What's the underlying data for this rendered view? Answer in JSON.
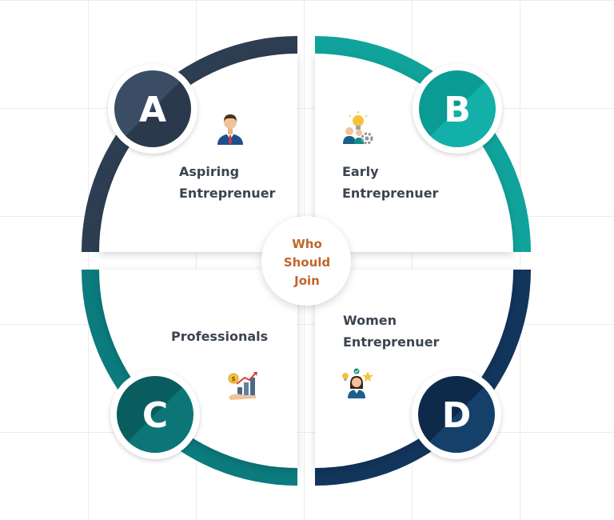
{
  "center": {
    "lines": [
      "Who",
      "Should",
      "Join"
    ]
  },
  "quadrants": {
    "a": {
      "letter": "A",
      "label_lines": [
        "Aspiring",
        "Entreprenuer"
      ],
      "icon": "businessman-icon",
      "color": "#2e3e52"
    },
    "b": {
      "letter": "B",
      "label_lines": [
        "Early",
        "Entreprenuer"
      ],
      "icon": "idea-team-gear-icon",
      "color": "#10a39b"
    },
    "c": {
      "letter": "C",
      "label_lines": [
        "Professionals"
      ],
      "icon": "money-growth-chart-icon",
      "color": "#0b7b7e"
    },
    "d": {
      "letter": "D",
      "label_lines": [
        "Women",
        "Entreprenuer"
      ],
      "icon": "businesswoman-idea-icon",
      "color": "#12355c"
    }
  },
  "colors": {
    "label_text": "#3c4452",
    "center_text": "#c0652c",
    "card_background": "#ffffff"
  }
}
